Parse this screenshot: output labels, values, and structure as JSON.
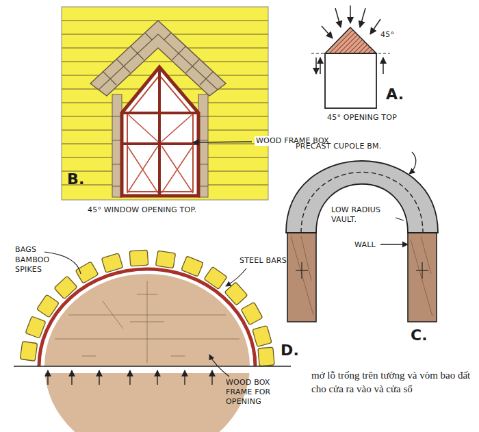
{
  "diagram": {
    "caption": "mở lỗ trống trên tường và vòm bao đất cho cửa ra vào và cửa sổ",
    "labels": [
      "45°",
      "45° OPENING TOP",
      "A.",
      "WOOD FRAME BOX",
      "B.",
      "45° WINDOW OPENING TOP.",
      "PRECAST CUPOLE BM.",
      "LOW RADIUS VAULT.",
      "WALL",
      "BAGS",
      "BAMBOO SPIKES",
      "STEEL BARS",
      "D.",
      "C.",
      "WOOD BOX FRAME FOR OPENING"
    ]
  }
}
